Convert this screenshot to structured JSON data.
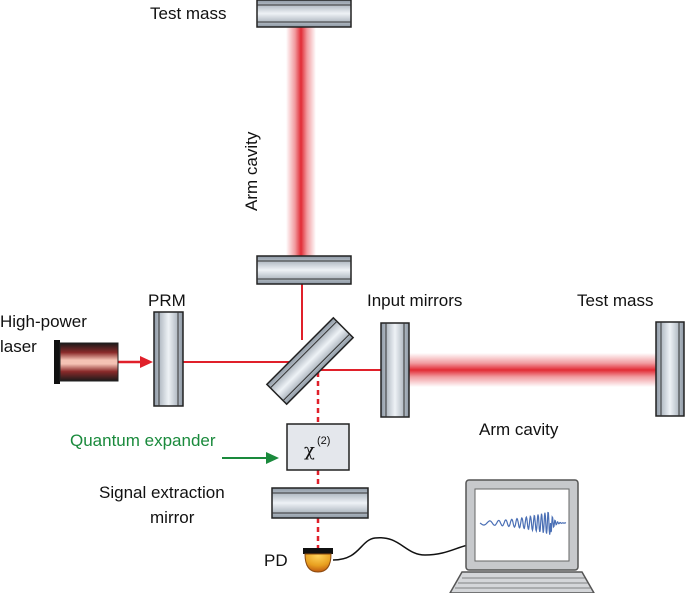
{
  "labels": {
    "test_mass_top": "Test mass",
    "arm_cavity_vertical": "Arm cavity",
    "prm": "PRM",
    "input_mirrors": "Input mirrors",
    "test_mass_right": "Test mass",
    "laser_line1": "High-power",
    "laser_line2": "laser",
    "arm_cavity_horizontal": "Arm cavity",
    "quantum_expander": "Quantum expander",
    "chi_symbol": "χ",
    "chi_superscript": "(2)",
    "signal_extraction_line1": "Signal extraction",
    "signal_extraction_line2": "mirror",
    "pd": "PD"
  },
  "colors": {
    "beam": "#e0202a",
    "beam_glow": "#f08a8a",
    "quantum_expander": "#1a8a3c",
    "mirror_fill": "#c9d2dc",
    "outline": "#222222",
    "waveform": "#4a6fb5",
    "photodiode": "#e8a020"
  }
}
